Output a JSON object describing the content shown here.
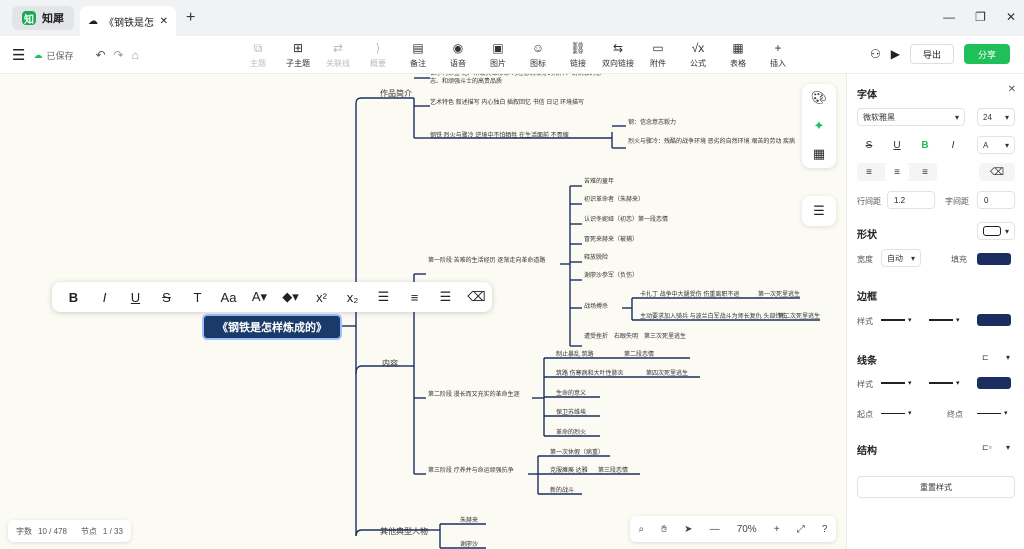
{
  "browser": {
    "app_tab": {
      "logo": "知",
      "label": "知犀"
    },
    "doc_tab": {
      "title": "《钢铁是怎...",
      "close": "✕"
    },
    "new_tab": "+",
    "window": {
      "minimize": "—",
      "restore": "❐",
      "close": "✕"
    }
  },
  "toolbar": {
    "saved": "已保存",
    "tools": [
      {
        "icon": "topic-icon",
        "glyph": "⧉",
        "label": "主题",
        "enabled": false
      },
      {
        "icon": "subtopic-icon",
        "glyph": "⊞",
        "label": "子主题",
        "enabled": true
      },
      {
        "icon": "relation-icon",
        "glyph": "⇄",
        "label": "关联线",
        "enabled": false
      },
      {
        "icon": "summary-icon",
        "glyph": "⟩",
        "label": "概要",
        "enabled": false
      },
      {
        "icon": "note-icon",
        "glyph": "▤",
        "label": "备注",
        "enabled": true
      },
      {
        "icon": "voice-icon",
        "glyph": "◉",
        "label": "语音",
        "enabled": true
      },
      {
        "icon": "image-icon",
        "glyph": "▣",
        "label": "图片",
        "enabled": true
      },
      {
        "icon": "emoji-icon",
        "glyph": "☺",
        "label": "图标",
        "enabled": true
      },
      {
        "icon": "link-icon",
        "glyph": "⛓",
        "label": "链接",
        "enabled": true
      },
      {
        "icon": "bilink-icon",
        "glyph": "⇆",
        "label": "双向链接",
        "enabled": true
      },
      {
        "icon": "attachment-icon",
        "glyph": "▭",
        "label": "附件",
        "enabled": true
      },
      {
        "icon": "formula-icon",
        "glyph": "√x",
        "label": "公式",
        "enabled": true
      },
      {
        "icon": "table-icon",
        "glyph": "▦",
        "label": "表格",
        "enabled": true
      },
      {
        "icon": "insert-icon",
        "glyph": "+",
        "label": "插入",
        "enabled": true
      }
    ],
    "export": "导出",
    "share": "分享"
  },
  "mindmap": {
    "root": "《钢铁是怎样炼成的》",
    "branches": {
      "works_intro": "作品简介",
      "content": "内容",
      "other_chars": "其他典型人物"
    },
    "intro_nodes": [
      "保尔柯察金 无产阶级英雄形象 为理想而献身的精神、钢铁般的意志、和顽强斗士的高贵品质",
      "艺术特色 叙述描写 内心独白 插叙回忆 书信 日记 环境描写",
      "钢铁 烈火与骤冷 逆境中不怕牺牲 在生活面前 不畏缩",
      "钢：信念意志毅力",
      "烈火与骤冷：残酷的战争环境 恶劣的自然环境 艰苦的劳动 疾病"
    ],
    "stage1": "第一阶段 苦难的生活经历 逐渐走向革命道路",
    "stage1_nodes": [
      "苦难的童年",
      "初识革命者（朱赫来）",
      "认识冬妮娅（初恋）第一段恋情",
      "冒死来赫来（被捕）",
      "释放脱险",
      "谢廖沙参军（负伤）",
      "战场搏杀",
      "卡扎丁 战争中大腿受伤 伤重离职不退",
      "第一次死里逃生",
      "主动要求加入骑兵 与波兰白军战斗为师长复仇 头部炸伤",
      "第二次死里逃生",
      "遭受挫折　右眼失明　第三次死里逃生"
    ],
    "stage2": "第二阶段 漫长而又充实的革命生涯",
    "stage2_nodes": [
      "制止暴乱 筑路",
      "第二段恋情",
      "筑路 伤寒病和大叶性肺炎",
      "第四次死里逃生",
      "生命的意义",
      "保卫苏维埃",
      "革命的烈火"
    ],
    "stage3": "第三阶段 疗养并与命运顽强抗争",
    "stage3_nodes": [
      "第一次休假（病重）",
      "克服瘫痪 达雅",
      "第三段恋情",
      "新的战斗"
    ],
    "other_nodes": [
      "朱赫来",
      "谢廖沙"
    ]
  },
  "format_bar": [
    {
      "icon": "bold-icon",
      "glyph": "B"
    },
    {
      "icon": "italic-icon",
      "glyph": "I"
    },
    {
      "icon": "underline-icon",
      "glyph": "U"
    },
    {
      "icon": "strikethrough-icon",
      "glyph": "S"
    },
    {
      "icon": "clear-text-icon",
      "glyph": "T"
    },
    {
      "icon": "font-size-icon",
      "glyph": "Aa"
    },
    {
      "icon": "font-color-icon",
      "glyph": "A▾"
    },
    {
      "icon": "fill-color-icon",
      "glyph": "◆▾"
    },
    {
      "icon": "superscript-icon",
      "glyph": "x²"
    },
    {
      "icon": "subscript-icon",
      "glyph": "x₂"
    },
    {
      "icon": "align-left-icon",
      "glyph": "☰"
    },
    {
      "icon": "align-center-icon",
      "glyph": "≡"
    },
    {
      "icon": "align-right-icon",
      "glyph": "☰"
    },
    {
      "icon": "eraser-icon",
      "glyph": "⌫"
    }
  ],
  "status": {
    "word_label": "字数",
    "word_value": "10 / 478",
    "node_label": "节点",
    "node_value": "1 / 33"
  },
  "zoom": {
    "value": "70%"
  },
  "panel": {
    "font_title": "字体",
    "font_family": "微软雅黑",
    "font_size": "24",
    "line_height_label": "行间距",
    "line_height_value": "1.2",
    "letter_spacing_label": "字间距",
    "letter_spacing_value": "0",
    "shape_title": "形状",
    "width_label": "宽度",
    "width_value": "自动",
    "fill_label": "填充",
    "border_title": "边框",
    "border_style_label": "样式",
    "line_title": "线条",
    "line_style_label": "样式",
    "start_label": "起点",
    "end_label": "终点",
    "structure_title": "结构",
    "reset": "重置样式",
    "accent_color": "#1a2f60"
  }
}
